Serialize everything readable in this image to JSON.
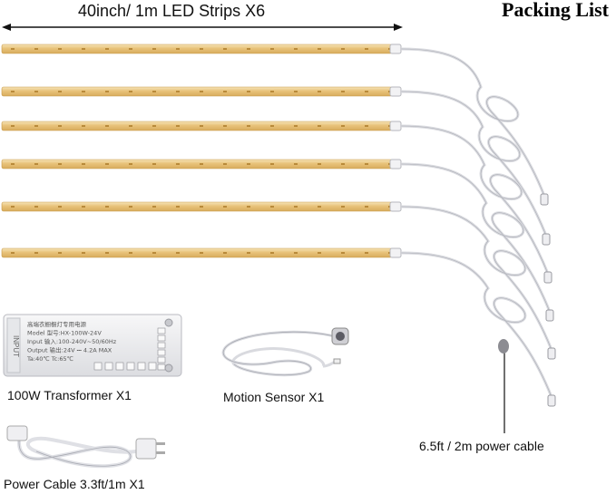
{
  "title": "Packing List",
  "strips": {
    "label": "40inch/ 1m LED Strips X6",
    "count": 6
  },
  "transformer": {
    "caption": "100W Transformer X1",
    "label_lines": [
      "高端衣橱橱灯专用电源",
      "Model 型号:HX-100W-24V",
      "Input 输入:100-240V~50/60Hz",
      "Output 输出:24V ⎓ 4.2A MAX",
      "Ta:40℃  Tc:65℃"
    ],
    "side_text": "INPUT"
  },
  "sensor": {
    "caption": "Motion Sensor X1"
  },
  "power_cable": {
    "caption": "Power Cable 3.3ft/1m X1"
  },
  "led_cable": {
    "caption": "6.5ft / 2m power cable"
  },
  "colors": {
    "strip": "#e8c98a",
    "strip_edge": "#c79a4a",
    "cable": "#d9dadf",
    "cable_edge": "#a9abb3"
  }
}
